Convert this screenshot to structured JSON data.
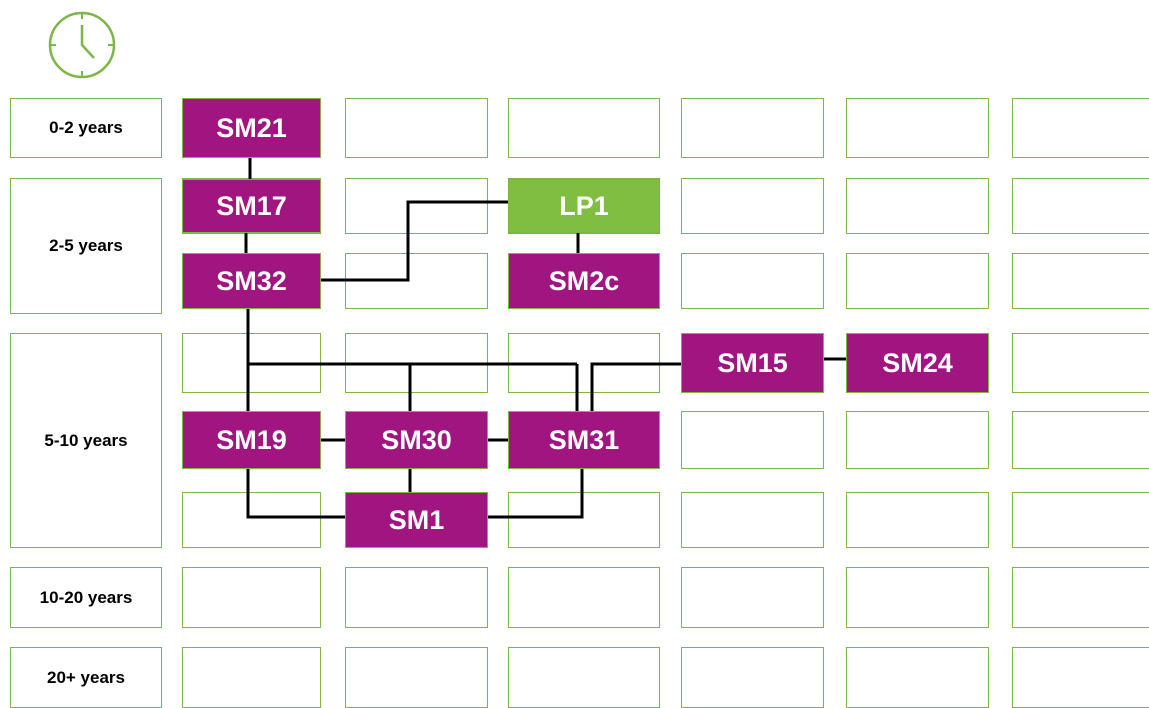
{
  "colors": {
    "node_magenta": "#a0157f",
    "node_green": "#7fbe41",
    "grid_border": "#7ab648",
    "connector": "#000000"
  },
  "icon": "clock-icon",
  "row_labels": [
    "0-2 years",
    "2-5 years",
    "5-10 years",
    "10-20 years",
    "20+ years"
  ],
  "nodes": {
    "sm21": "SM21",
    "sm17": "SM17",
    "sm32": "SM32",
    "lp1": "LP1",
    "sm2c": "SM2c",
    "sm15": "SM15",
    "sm24": "SM24",
    "sm19": "SM19",
    "sm30": "SM30",
    "sm31": "SM31",
    "sm1": "SM1"
  }
}
